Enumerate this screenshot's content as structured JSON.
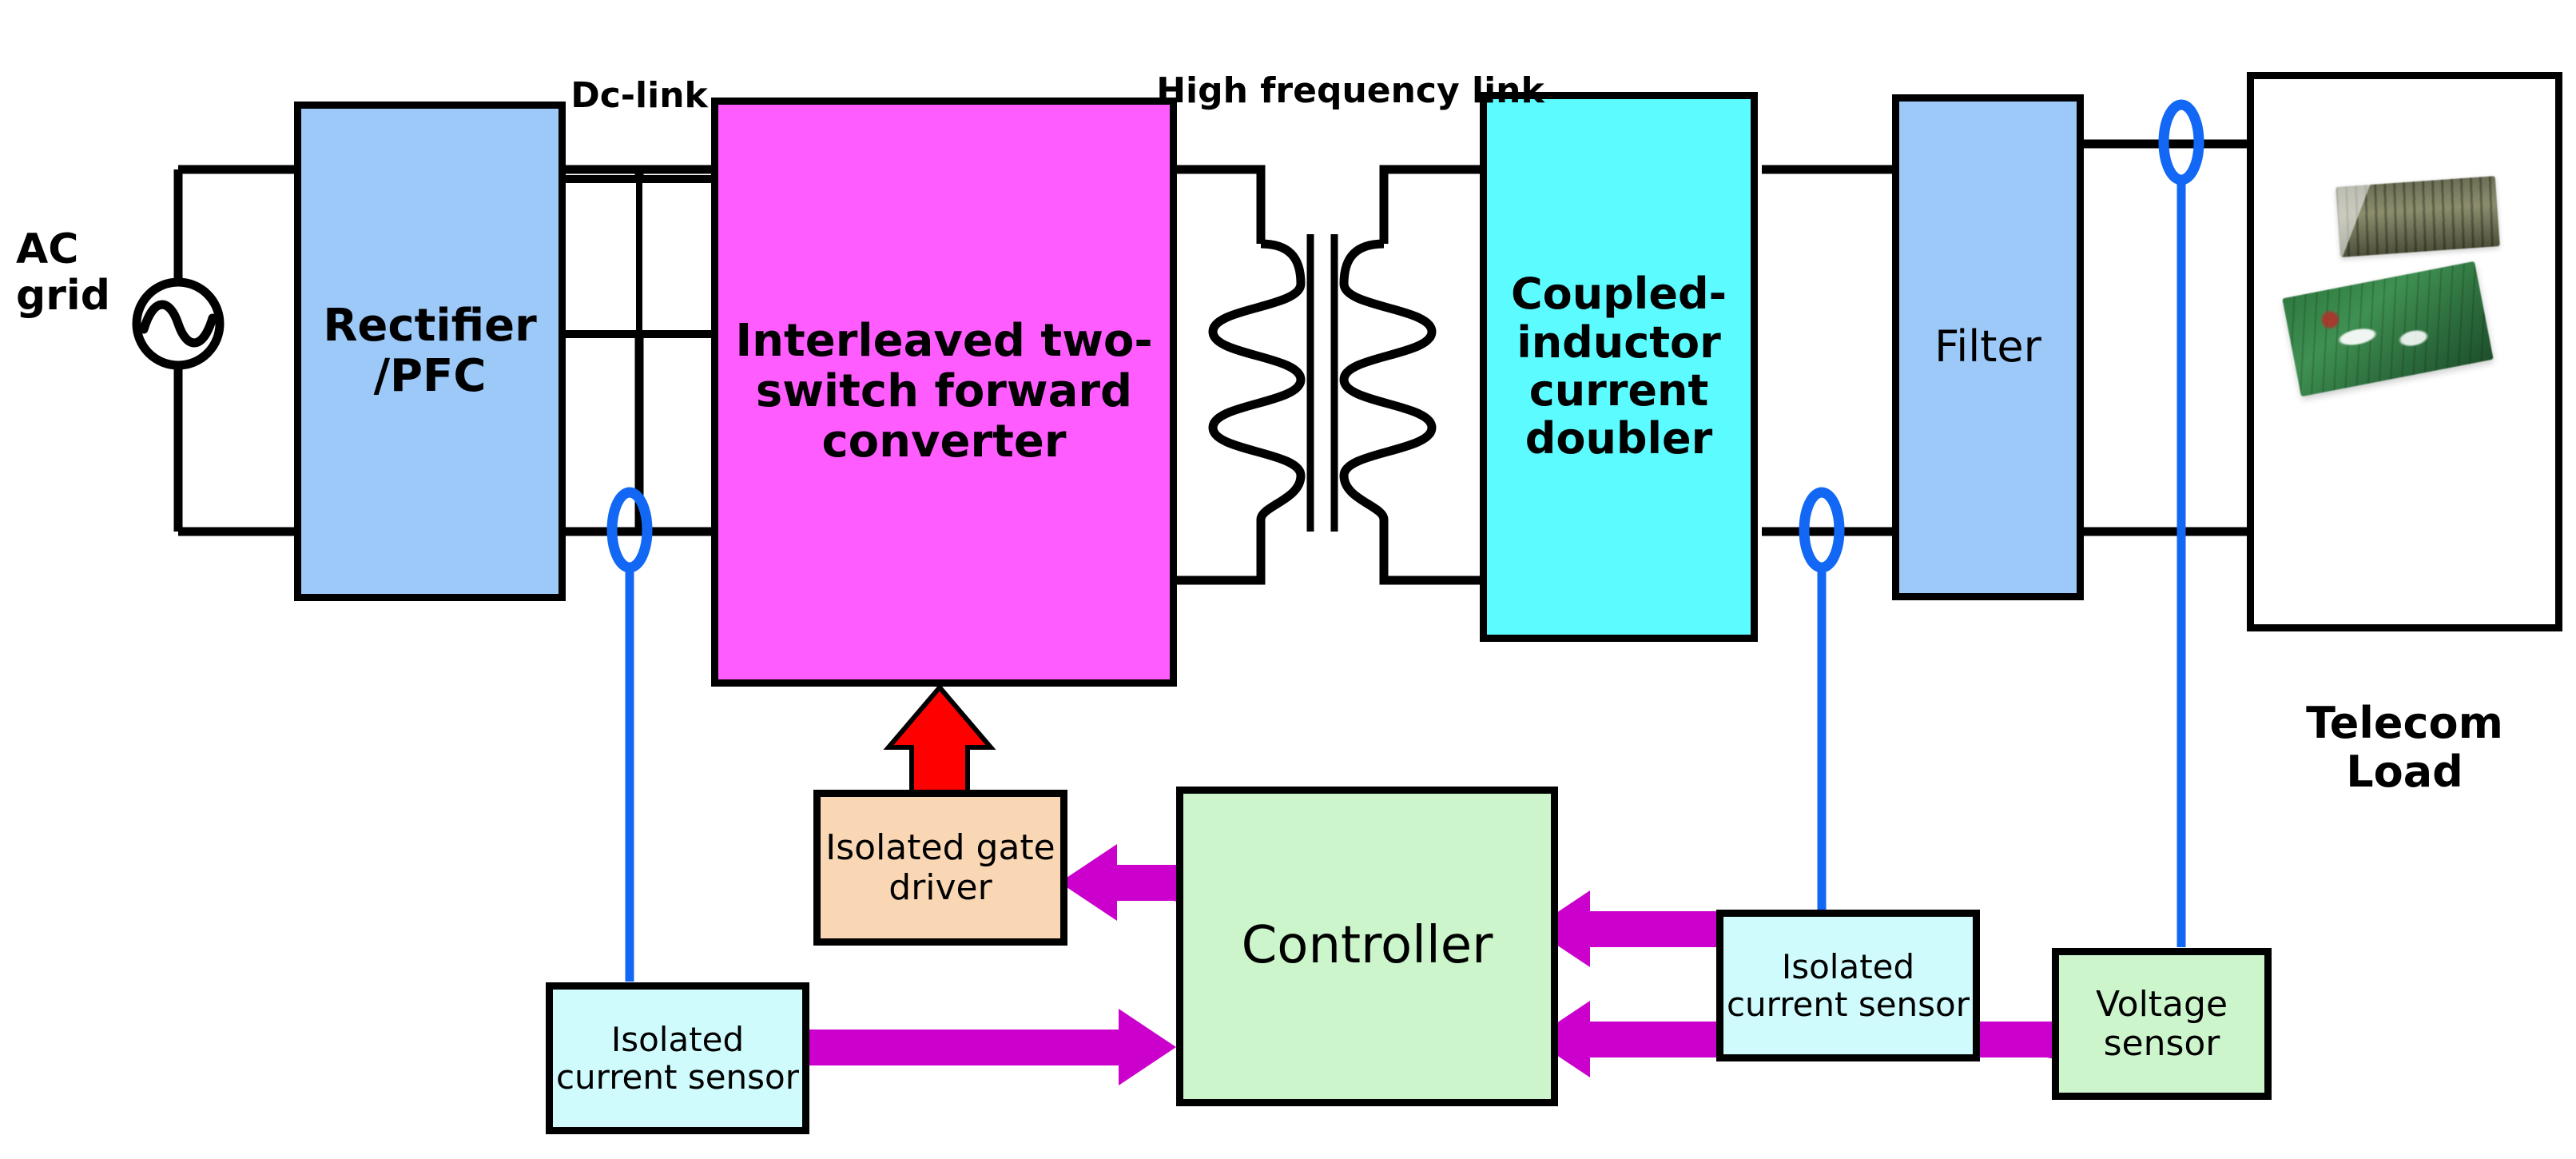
{
  "diagram": {
    "title": "Telecom power supply system block diagram",
    "blocks": {
      "rectifier": {
        "label": "Rectifier\n/PFC",
        "color": "#9CC9F8"
      },
      "converter": {
        "label": "Interleaved\ntwo-switch\nforward\nconverter",
        "color": "#FF5CFF"
      },
      "doubler": {
        "label": "Coupled-\ninductor\ncurrent\ndoubler",
        "color": "#5CFBFF"
      },
      "filter": {
        "label": "Filter",
        "color": "#9CC9F8"
      },
      "telecom_load": {
        "label": "Telecom\nLoad",
        "color": "#FFFFFF"
      },
      "gate_driver": {
        "label": "Isolated\ngate driver",
        "color": "#FAD7B4"
      },
      "controller": {
        "label": "Controller",
        "color": "#CCF5CC"
      },
      "current_sensor_input": {
        "label": "Isolated\ncurrent sensor",
        "color": "#CFFBFC"
      },
      "current_sensor_output": {
        "label": "Isolated\ncurrent sensor",
        "color": "#CFFBFC"
      },
      "voltage_sensor": {
        "label": "Voltage\nsensor",
        "color": "#CCF5CC"
      }
    },
    "annotations": {
      "ac_grid": "AC\ngrid",
      "dc_link": "Dc-link",
      "hf_link": "High frequency link"
    },
    "symbols": {
      "ac_source": "ac-source-icon",
      "dc_link_capacitor": "capacitor-icon",
      "transformer": "transformer-icon",
      "current_probe": "current-probe-icon"
    },
    "colors": {
      "wire": "#000000",
      "sense_wire": "#1268F5",
      "signal_arrow": "#CC00CC",
      "gate_arrow": "#FF0000",
      "outline": "#000000"
    }
  }
}
